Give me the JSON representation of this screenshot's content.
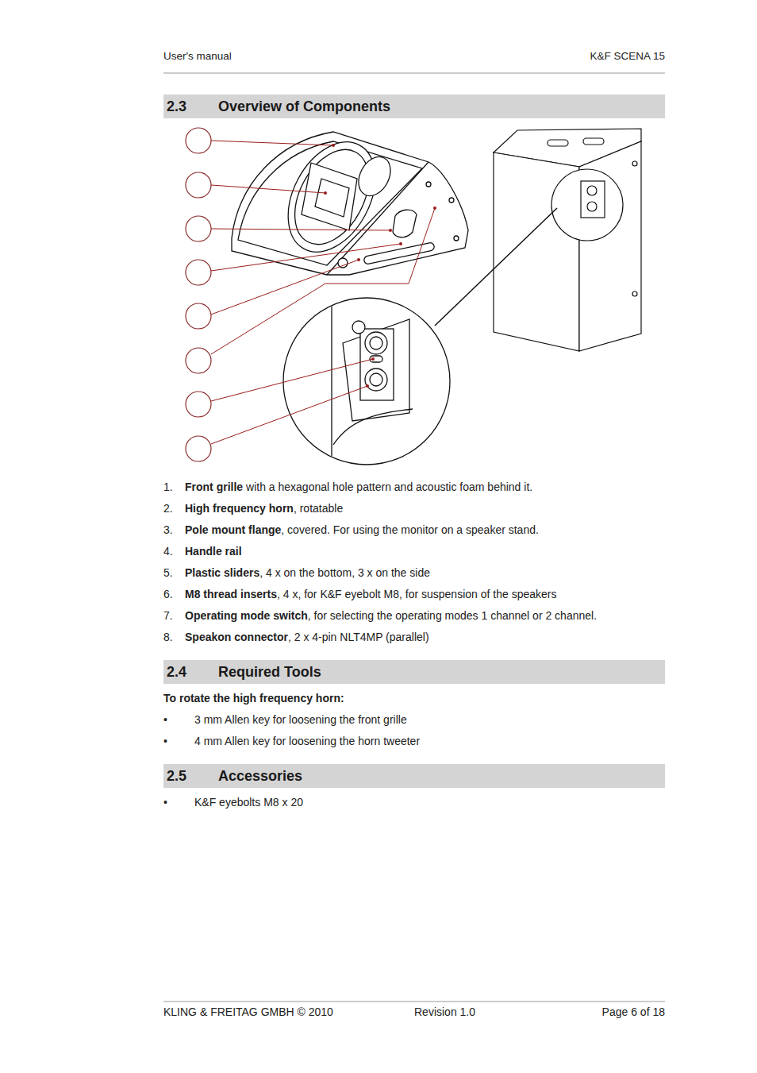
{
  "diagram": {
    "nodes": [
      {
        "text": [
          "2.3",
          "Overview of Components"
        ]
      },
      {
        "text": [
          "2.4",
          "Required Tools"
        ]
      },
      {
        "text": [
          "2.5",
          "Accessories"
        ]
      }
    ],
    "labels": [
      "User's manual",
      "K&F SCENA 15",
      "1.",
      "Front grille",
      "with a hexagonal hole pattern and acoustic foam behind it.",
      "2.",
      "High frequency horn",
      ", rotatable",
      "3.",
      "Pole mount flange",
      ", covered. For using the monitor on a speaker stand.",
      "4.",
      "Handle rail",
      "5.",
      "Plastic sliders",
      ", 4 x on the bottom, 3 x on the side",
      "6.",
      "M8 thread inserts",
      ", 4 x, for K&F eyebolt M8, for suspension of the speakers",
      "7.",
      "Operating mode switch",
      ", for selecting the operating modes 1 channel or 2 channel.",
      "8.",
      "Speakon connector",
      ", 2 x 4-pin NLT4MP (parallel)",
      "To rotate the high frequency horn:",
      "•",
      "3 mm Allen key for loosening the front grille",
      "•",
      "4 mm Allen key for loosening the horn tweeter",
      "•",
      "K&F eyebolts M8 x 20",
      "KLING & FREITAG GMBH © 2010",
      "Revision 1.0",
      "Page 6 of 18"
    ]
  }
}
